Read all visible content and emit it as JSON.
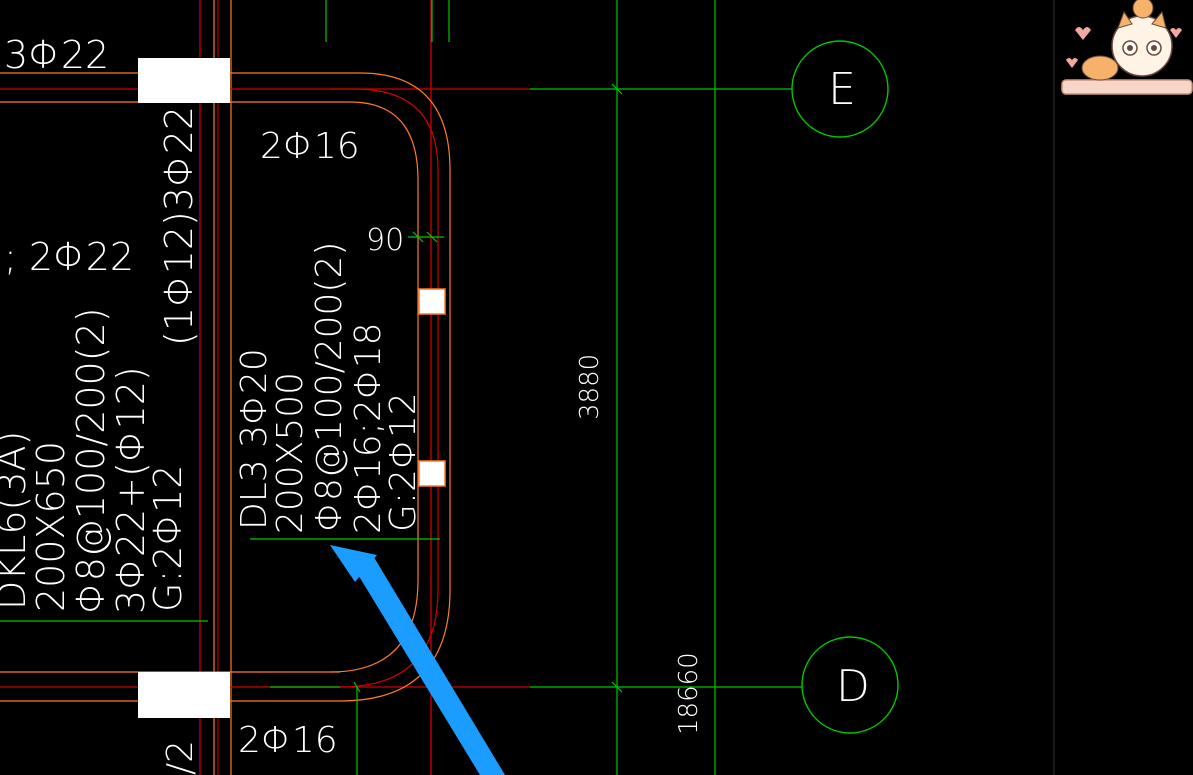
{
  "colors": {
    "background": "#000000",
    "beam_red": "#d40000",
    "beam_orange": "#ff7a2a",
    "dim_green": "#00c800",
    "text_white": "#ffffff",
    "arrow_blue": "#1a9dff",
    "sticker_pink": "#f4a7a0"
  },
  "annotations": {
    "top_left": "3Φ22",
    "mid_left": ";  2Φ22",
    "vertical_top": "(1Φ12)3Φ22",
    "top_right": "2Φ16",
    "bottom": "2Φ16",
    "bottom_left": "/2",
    "dim_90": "90"
  },
  "dkl6_label": {
    "line1": "DKL6(3A)",
    "line2": "200X650",
    "line3": "Φ8@100/200(2)",
    "line4": "3Φ22+(Φ12)",
    "line5": "G:2Φ12"
  },
  "dl3_label": {
    "line1": "DL3  3Φ20",
    "line2": "200X500",
    "line3": "Φ8@100/200(2)",
    "line4": "2Φ16;2Φ18",
    "line5": "G:2Φ12"
  },
  "dimensions": {
    "span": "3880",
    "total": "18660"
  },
  "axis_markers": {
    "top": "E",
    "bottom": "D"
  },
  "sticker": {
    "icon": "cat-hamster-sticker"
  },
  "pointer": {
    "icon": "blue-arrow-icon"
  }
}
